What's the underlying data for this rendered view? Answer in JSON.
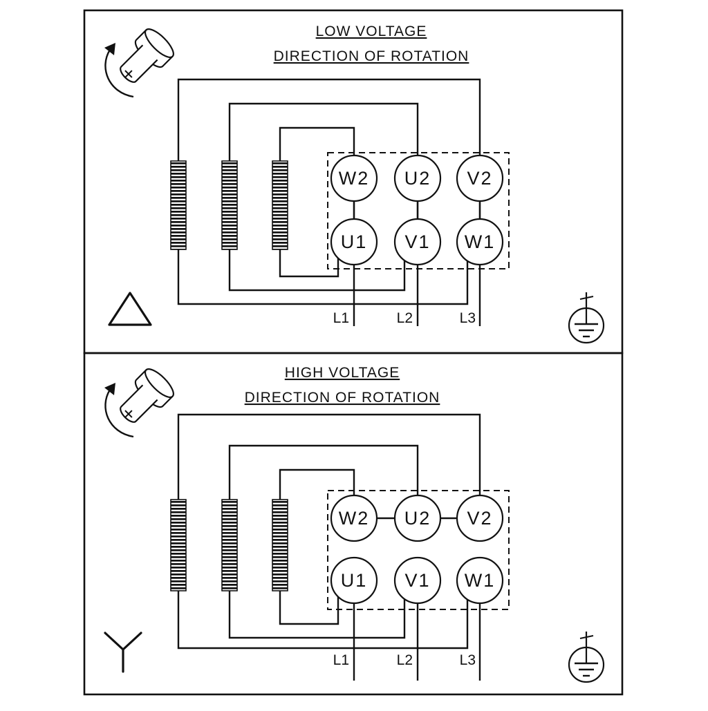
{
  "diagram": {
    "panels": [
      {
        "title": "LOW VOLTAGE",
        "subtitle": "DIRECTION OF ROTATION",
        "connection_symbol": "delta",
        "terminals_top": [
          "W2",
          "U2",
          "V2"
        ],
        "terminals_bottom": [
          "U1",
          "V1",
          "W1"
        ],
        "line_labels": [
          "L1",
          "L2",
          "L3"
        ]
      },
      {
        "title": "HIGH VOLTAGE",
        "subtitle": "DIRECTION OF ROTATION",
        "connection_symbol": "star",
        "terminals_top": [
          "W2",
          "U2",
          "V2"
        ],
        "terminals_bottom": [
          "U1",
          "V1",
          "W1"
        ],
        "line_labels": [
          "L1",
          "L2",
          "L3"
        ]
      }
    ],
    "icons": [
      "rotation-shaft-icon",
      "earth-ground-icon",
      "delta-symbol",
      "star-symbol"
    ],
    "colors": {
      "line": "#111111",
      "background": "#ffffff"
    }
  }
}
